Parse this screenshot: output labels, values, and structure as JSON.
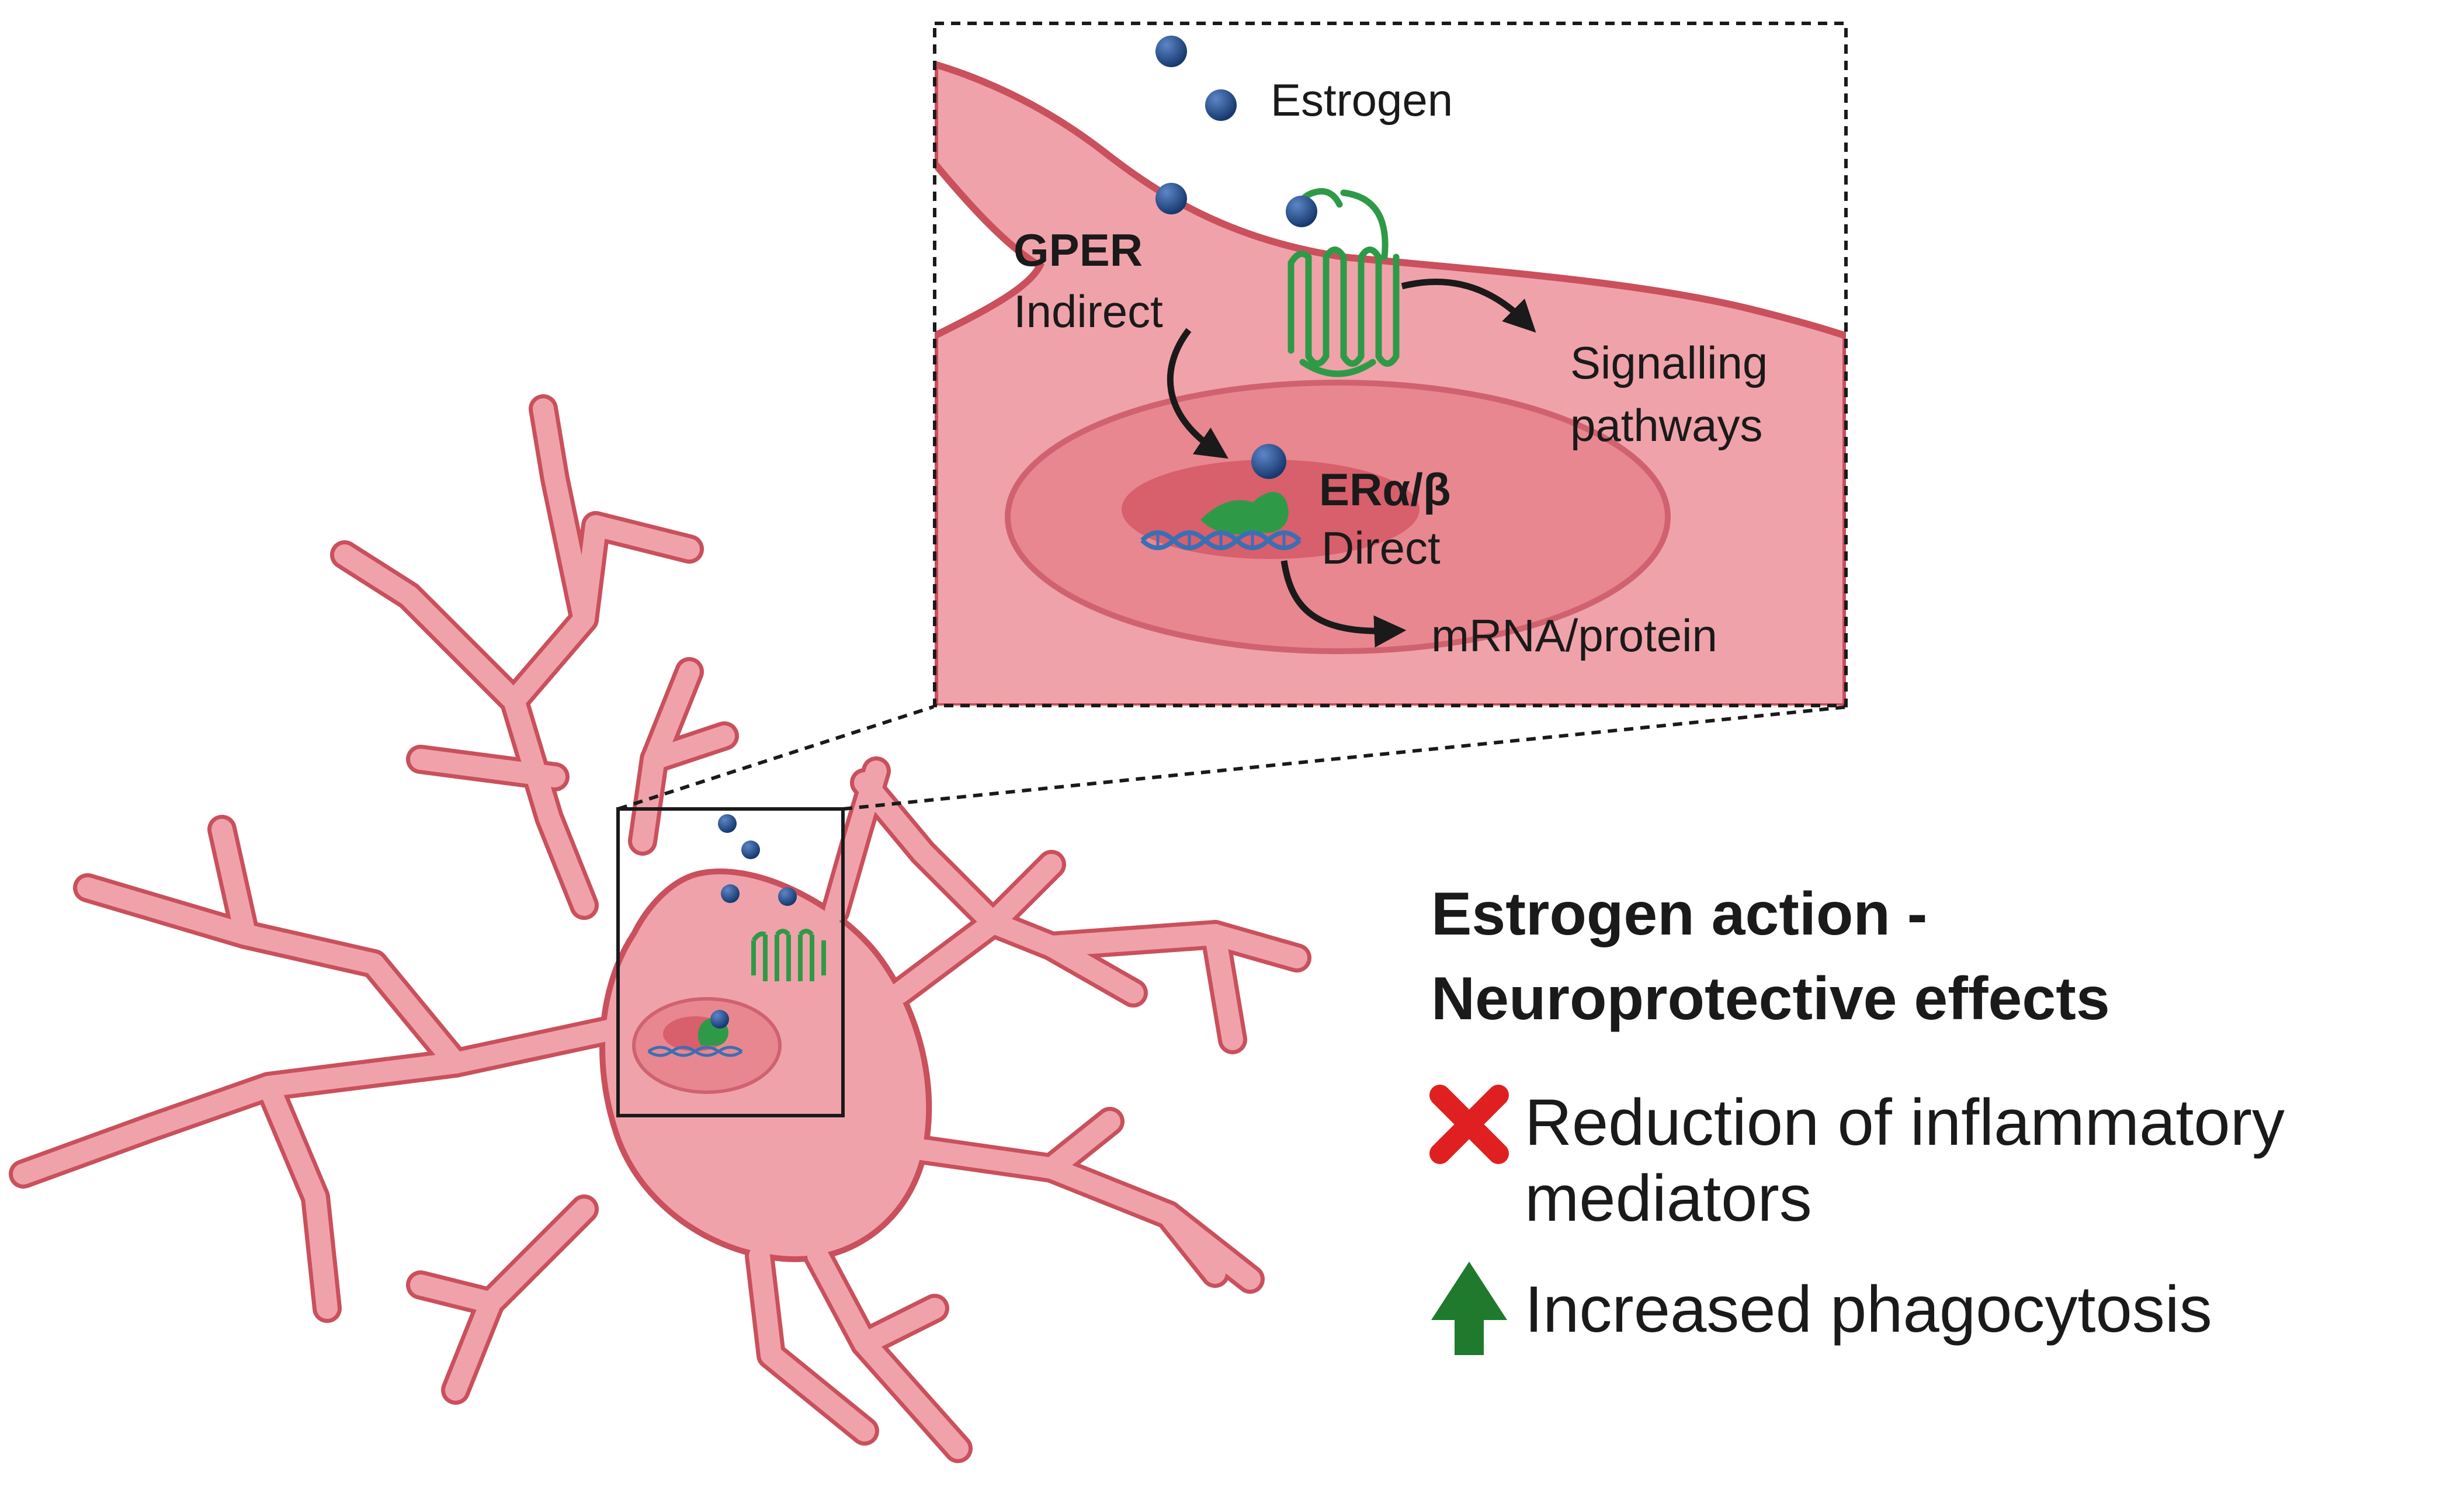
{
  "labels": {
    "estrogen": "Estrogen",
    "gper": "GPER",
    "indirect": "Indirect",
    "signalling_line1": "Signalling",
    "signalling_line2": "pathways",
    "er": "ERα/β",
    "direct": "Direct",
    "mrna": "mRNA/protein"
  },
  "effects": {
    "title_line1": "Estrogen action -",
    "title_line2": "Neuroprotective effects",
    "items": [
      {
        "icon": "red-x-icon",
        "line1": "Reduction of inflammatory",
        "line2": "mediators"
      },
      {
        "icon": "green-up-arrow-icon",
        "line1": "Increased phagocytosis"
      }
    ]
  },
  "colors": {
    "cell_fill": "#f0a2aa",
    "cell_stroke": "#c9505c",
    "nucleus_fill": "#e88790",
    "nucleolus_fill": "#d85f6c",
    "estrogen_blue": "#1f4e91",
    "receptor_green": "#2e9a48",
    "dna_blue": "#3b6fb3",
    "red_x": "#e02020",
    "green_arrow": "#1f7a2e"
  }
}
